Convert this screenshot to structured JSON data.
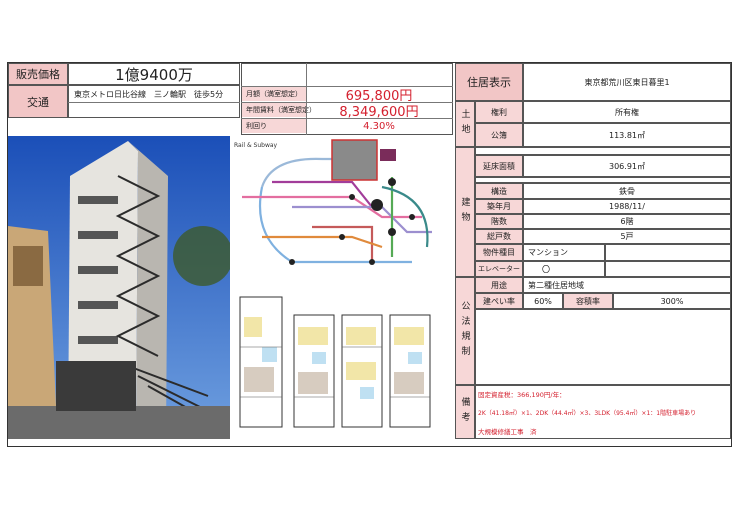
{
  "price": {
    "label": "販売価格",
    "value": "1億9400万"
  },
  "access": {
    "label": "交通",
    "line": "東京メトロ日比谷線　三ノ輪駅　徒歩5分"
  },
  "income": {
    "monthly_label": "月額（満室想定）",
    "monthly_value": "695,800円",
    "annual_label": "年間賃料（満室想定）",
    "annual_value": "8,349,600円",
    "yield_label": "利回り",
    "yield_value": "4.30%"
  },
  "address": {
    "label": "住居表示",
    "value": "東京都荒川区東日暮里1"
  },
  "land": {
    "section": "土地",
    "rights_label": "権利",
    "rights_value": "所有権",
    "area_label": "公簿",
    "area_value": "113.81㎡"
  },
  "building": {
    "section": "建物",
    "floor_area_label": "延床面積",
    "floor_area_value": "306.91㎡",
    "structure_label": "構造",
    "structure_value": "鉄骨",
    "built_label": "築年月",
    "built_value": "1988/11/",
    "floors_label": "階数",
    "floors_value": "6階",
    "units_label": "総戸数",
    "units_value": "5戸",
    "type_label": "物件種目",
    "type_value": "マンション",
    "elevator_label": "エレベーター",
    "elevator_value": "〇"
  },
  "regulation": {
    "section": "公法規制",
    "zoning_label": "用途",
    "zoning_value": "第二種住居地域",
    "coverage_label": "建ぺい率",
    "coverage_value": "60%",
    "far_label": "容積率",
    "far_value": "300%"
  },
  "remarks": {
    "section": "備考",
    "line1": "固定資産税：366,190円/年：",
    "line2": "2K（41.18㎡）×1、2DK（44.4㎡）×3、3LDK（95.4㎡）×1：1階駐車場あり",
    "line3": "大規模修繕工事　済"
  },
  "map": {
    "title": "Rail & Subway"
  }
}
